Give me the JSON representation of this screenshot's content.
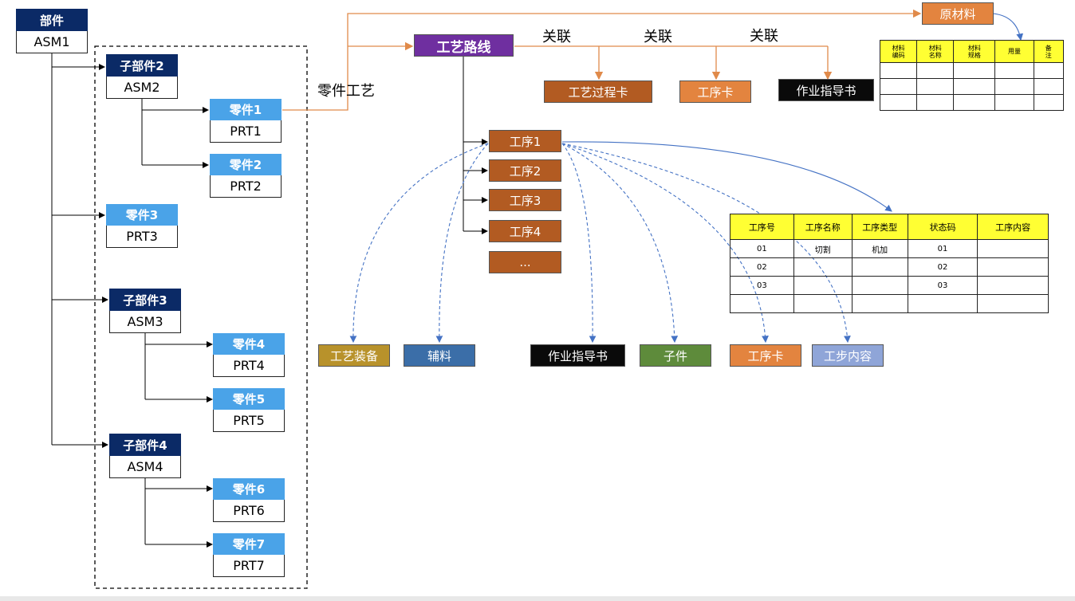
{
  "colors": {
    "navy": "#0b2a66",
    "part_blue": "#4aa3e8",
    "process_brown": "#b25b22",
    "route_purple": "#6f2fa0",
    "orange": "#e3843f",
    "black": "#0a0a0a",
    "tool_gold": "#b8922b",
    "aux_blue": "#3b6ea8",
    "sub_green": "#5e8b3b",
    "step_lightblue": "#8fa5d8",
    "table_header_yellow": "#ffff33",
    "orange_line": "#e08a4a",
    "dashed_blue": "#4472c4"
  },
  "assembly": {
    "top": "部件",
    "code": "ASM1"
  },
  "subassemblies": [
    {
      "top": "子部件2",
      "code": "ASM2"
    },
    {
      "top": "子部件3",
      "code": "ASM3"
    },
    {
      "top": "子部件4",
      "code": "ASM4"
    }
  ],
  "parts": [
    {
      "top": "零件1",
      "code": "PRT1"
    },
    {
      "top": "零件2",
      "code": "PRT2"
    },
    {
      "top": "零件3",
      "code": "PRT3"
    },
    {
      "top": "零件4",
      "code": "PRT4"
    },
    {
      "top": "零件5",
      "code": "PRT5"
    },
    {
      "top": "零件6",
      "code": "PRT6"
    },
    {
      "top": "零件7",
      "code": "PRT7"
    }
  ],
  "labels": {
    "part_process": "零件工艺",
    "route": "工艺路线",
    "raw_material": "原材料",
    "relation": "关联"
  },
  "route_outputs": [
    "工艺过程卡",
    "工序卡",
    "作业指导书"
  ],
  "operations": [
    "工序1",
    "工序2",
    "工序3",
    "工序4",
    "..."
  ],
  "operation_outputs": [
    "工艺装备",
    "辅料",
    "作业指导书",
    "子件",
    "工序卡",
    "工步内容"
  ],
  "material_table": {
    "headers": [
      "材料\n编码",
      "材料\n名称",
      "材料\n规格",
      "用量",
      "备\n注"
    ],
    "rows": [
      [
        "",
        "",
        "",
        "",
        ""
      ],
      [
        "",
        "",
        "",
        "",
        ""
      ],
      [
        "",
        "",
        "",
        "",
        ""
      ]
    ]
  },
  "operation_table": {
    "headers": [
      "工序号",
      "工序名称",
      "工序类型",
      "状态码",
      "工序内容"
    ],
    "rows": [
      [
        "01",
        "切割",
        "机加",
        "01",
        ""
      ],
      [
        "02",
        "",
        "",
        "02",
        ""
      ],
      [
        "03",
        "",
        "",
        "03",
        ""
      ],
      [
        "",
        "",
        "",
        "",
        ""
      ]
    ]
  }
}
